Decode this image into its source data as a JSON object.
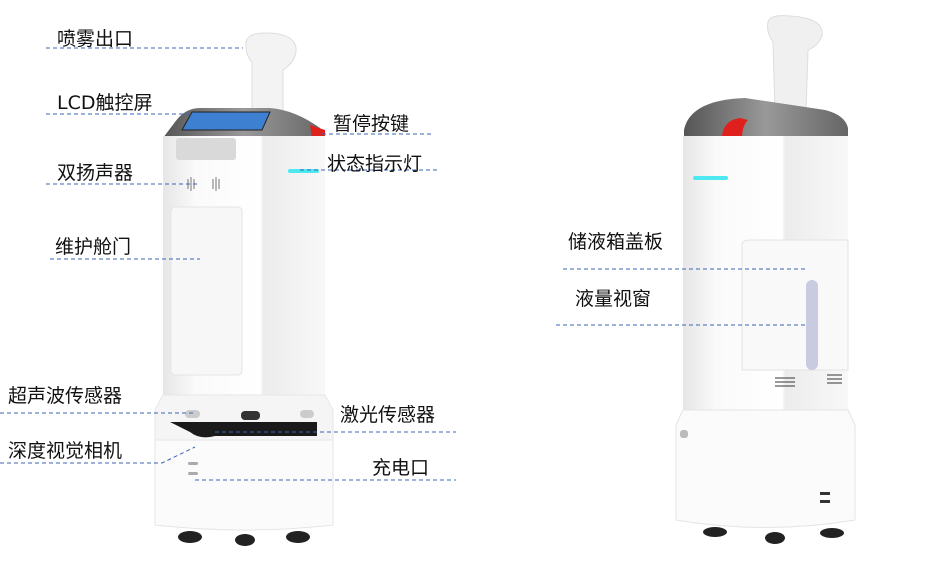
{
  "labels": {
    "spray_outlet": "喷雾出口",
    "lcd_touchscreen": "LCD触控屏",
    "pause_button": "暂停按键",
    "status_light": "状态指示灯",
    "dual_speakers": "双扬声器",
    "maintenance_door": "维护舱门",
    "ultrasonic_sensor": "超声波传感器",
    "laser_sensor": "激光传感器",
    "depth_camera": "深度视觉相机",
    "charging_port": "充电口",
    "tank_cover": "储液箱盖板",
    "level_window": "液量视窗"
  },
  "colors": {
    "leader_line": "#3a63b8",
    "status_light": "#4ee8f0",
    "pause_button": "#e0201c",
    "screen": "#3d7fd0"
  }
}
